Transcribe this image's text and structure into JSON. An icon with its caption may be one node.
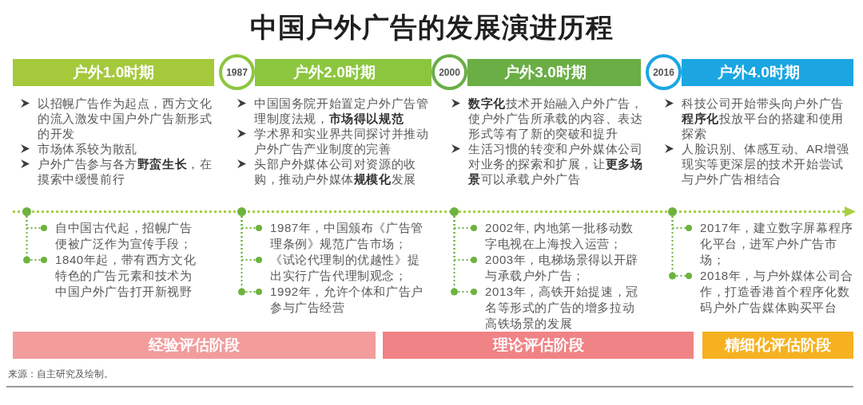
{
  "diagram": {
    "title": "中国户外广告的发展演进历程",
    "nodes": [
      {
        "text": [
          "户外1.0时期"
        ],
        "beside": [
          "以招幌广告作为起点，西方文化的流入激发中国户外广告新形式的开发",
          "市场体系较为散乱",
          "户外广告参与各方**野蛮生长**，在摸索中缓慢前行"
        ]
      },
      {
        "text": [
          "1987"
        ]
      },
      {
        "text": [
          "户外2.0时期"
        ],
        "beside": [
          "中国国务院开始置定户外广告管理制度法规，**市场得以规范**",
          "学术界和实业界共同探讨并推动户外广告产业制度的完善",
          "头部户外媒体公司对资源的收购，推动户外媒体**规模化**发展"
        ]
      },
      {
        "text": [
          "2000"
        ]
      },
      {
        "text": [
          "户外3.0时期"
        ],
        "beside": [
          "**数字化**技术开始融入户外广告，使户外广告所承载的内容、表达形式等有了新的突破和提升",
          "生活习惯的转变和户外媒体公司对业务的探索和扩展，让**更多场景**可以承载户外广告"
        ]
      },
      {
        "text": [
          "2016"
        ]
      },
      {
        "text": [
          "户外4.0时期"
        ],
        "beside": [
          "科技公司开始带头向户外广告**程序化**投放平台的搭建和使用探索",
          "人脸识别、体感互动、AR增强现实等更深层的技术开始尝试与户外广告相结合"
        ]
      },
      {
        "text": [],
        "shape": "circle"
      },
      {
        "text": [
          "自中国古代起，招幌广告便被广泛作为宣传手段；"
        ]
      },
      {
        "text": [
          "1840年起，带有西方文化特色的广告元素和技术为中国户外广告打开新视野"
        ]
      },
      {
        "text": [],
        "shape": "circle"
      },
      {
        "text": [
          "1987年，中国颁布《广告管理条例》规范广告市场；"
        ]
      },
      {
        "text": [
          "《试论代理制的优越性》提出实行广告代理制观念；"
        ]
      },
      {
        "text": [
          "1992年，允许个体和广告户参与广告经营"
        ]
      },
      {
        "text": [],
        "shape": "circle"
      },
      {
        "text": [
          "2002年, 内地第一批移动数字电视在上海投入运营；"
        ]
      },
      {
        "text": [
          "2003年，电梯场景得以开辟与承载户外广告；"
        ]
      },
      {
        "text": [
          "2013年，高铁开始提速，冠名等形式的广告的增多拉动高铁场景的发展"
        ]
      },
      {
        "text": [],
        "shape": "circle"
      },
      {
        "text": [
          "2017年，建立数字屏幕程序化平台，进军户外广告市场；"
        ]
      },
      {
        "text": [
          "2018年，与户外媒体公司合作，打造香港首个程序化数码户外广告媒体购买平台"
        ]
      },
      {
        "text": [
          "经验评估阶段"
        ]
      },
      {
        "text": [
          "理论评估阶段"
        ]
      },
      {
        "text": [
          "精细化评估阶段"
        ]
      }
    ],
    "edges": [
      {
        "from": 7,
        "to": 8,
        "arrow": "other",
        "style": "dashed"
      },
      {
        "from": 7,
        "to": 9,
        "arrow": "other",
        "style": "dashed"
      },
      {
        "from": 10,
        "to": 11,
        "arrow": "other",
        "style": "dashed"
      },
      {
        "from": 10,
        "to": 12,
        "arrow": "other",
        "style": "dashed"
      },
      {
        "from": 10,
        "to": 13,
        "arrow": "other",
        "style": "dashed"
      },
      {
        "from": 14,
        "to": 15,
        "arrow": "other",
        "style": "dashed"
      },
      {
        "from": 14,
        "to": 16,
        "arrow": "other",
        "style": "dashed"
      },
      {
        "from": 14,
        "to": 17,
        "arrow": "other",
        "style": "dashed"
      },
      {
        "from": 18,
        "to": 19,
        "arrow": "other",
        "style": "dashed"
      },
      {
        "from": 18,
        "to": 20,
        "arrow": "other",
        "style": "dashed"
      }
    ],
    "labels": [
      "来源：自主研究及绘制。"
    ]
  }
}
